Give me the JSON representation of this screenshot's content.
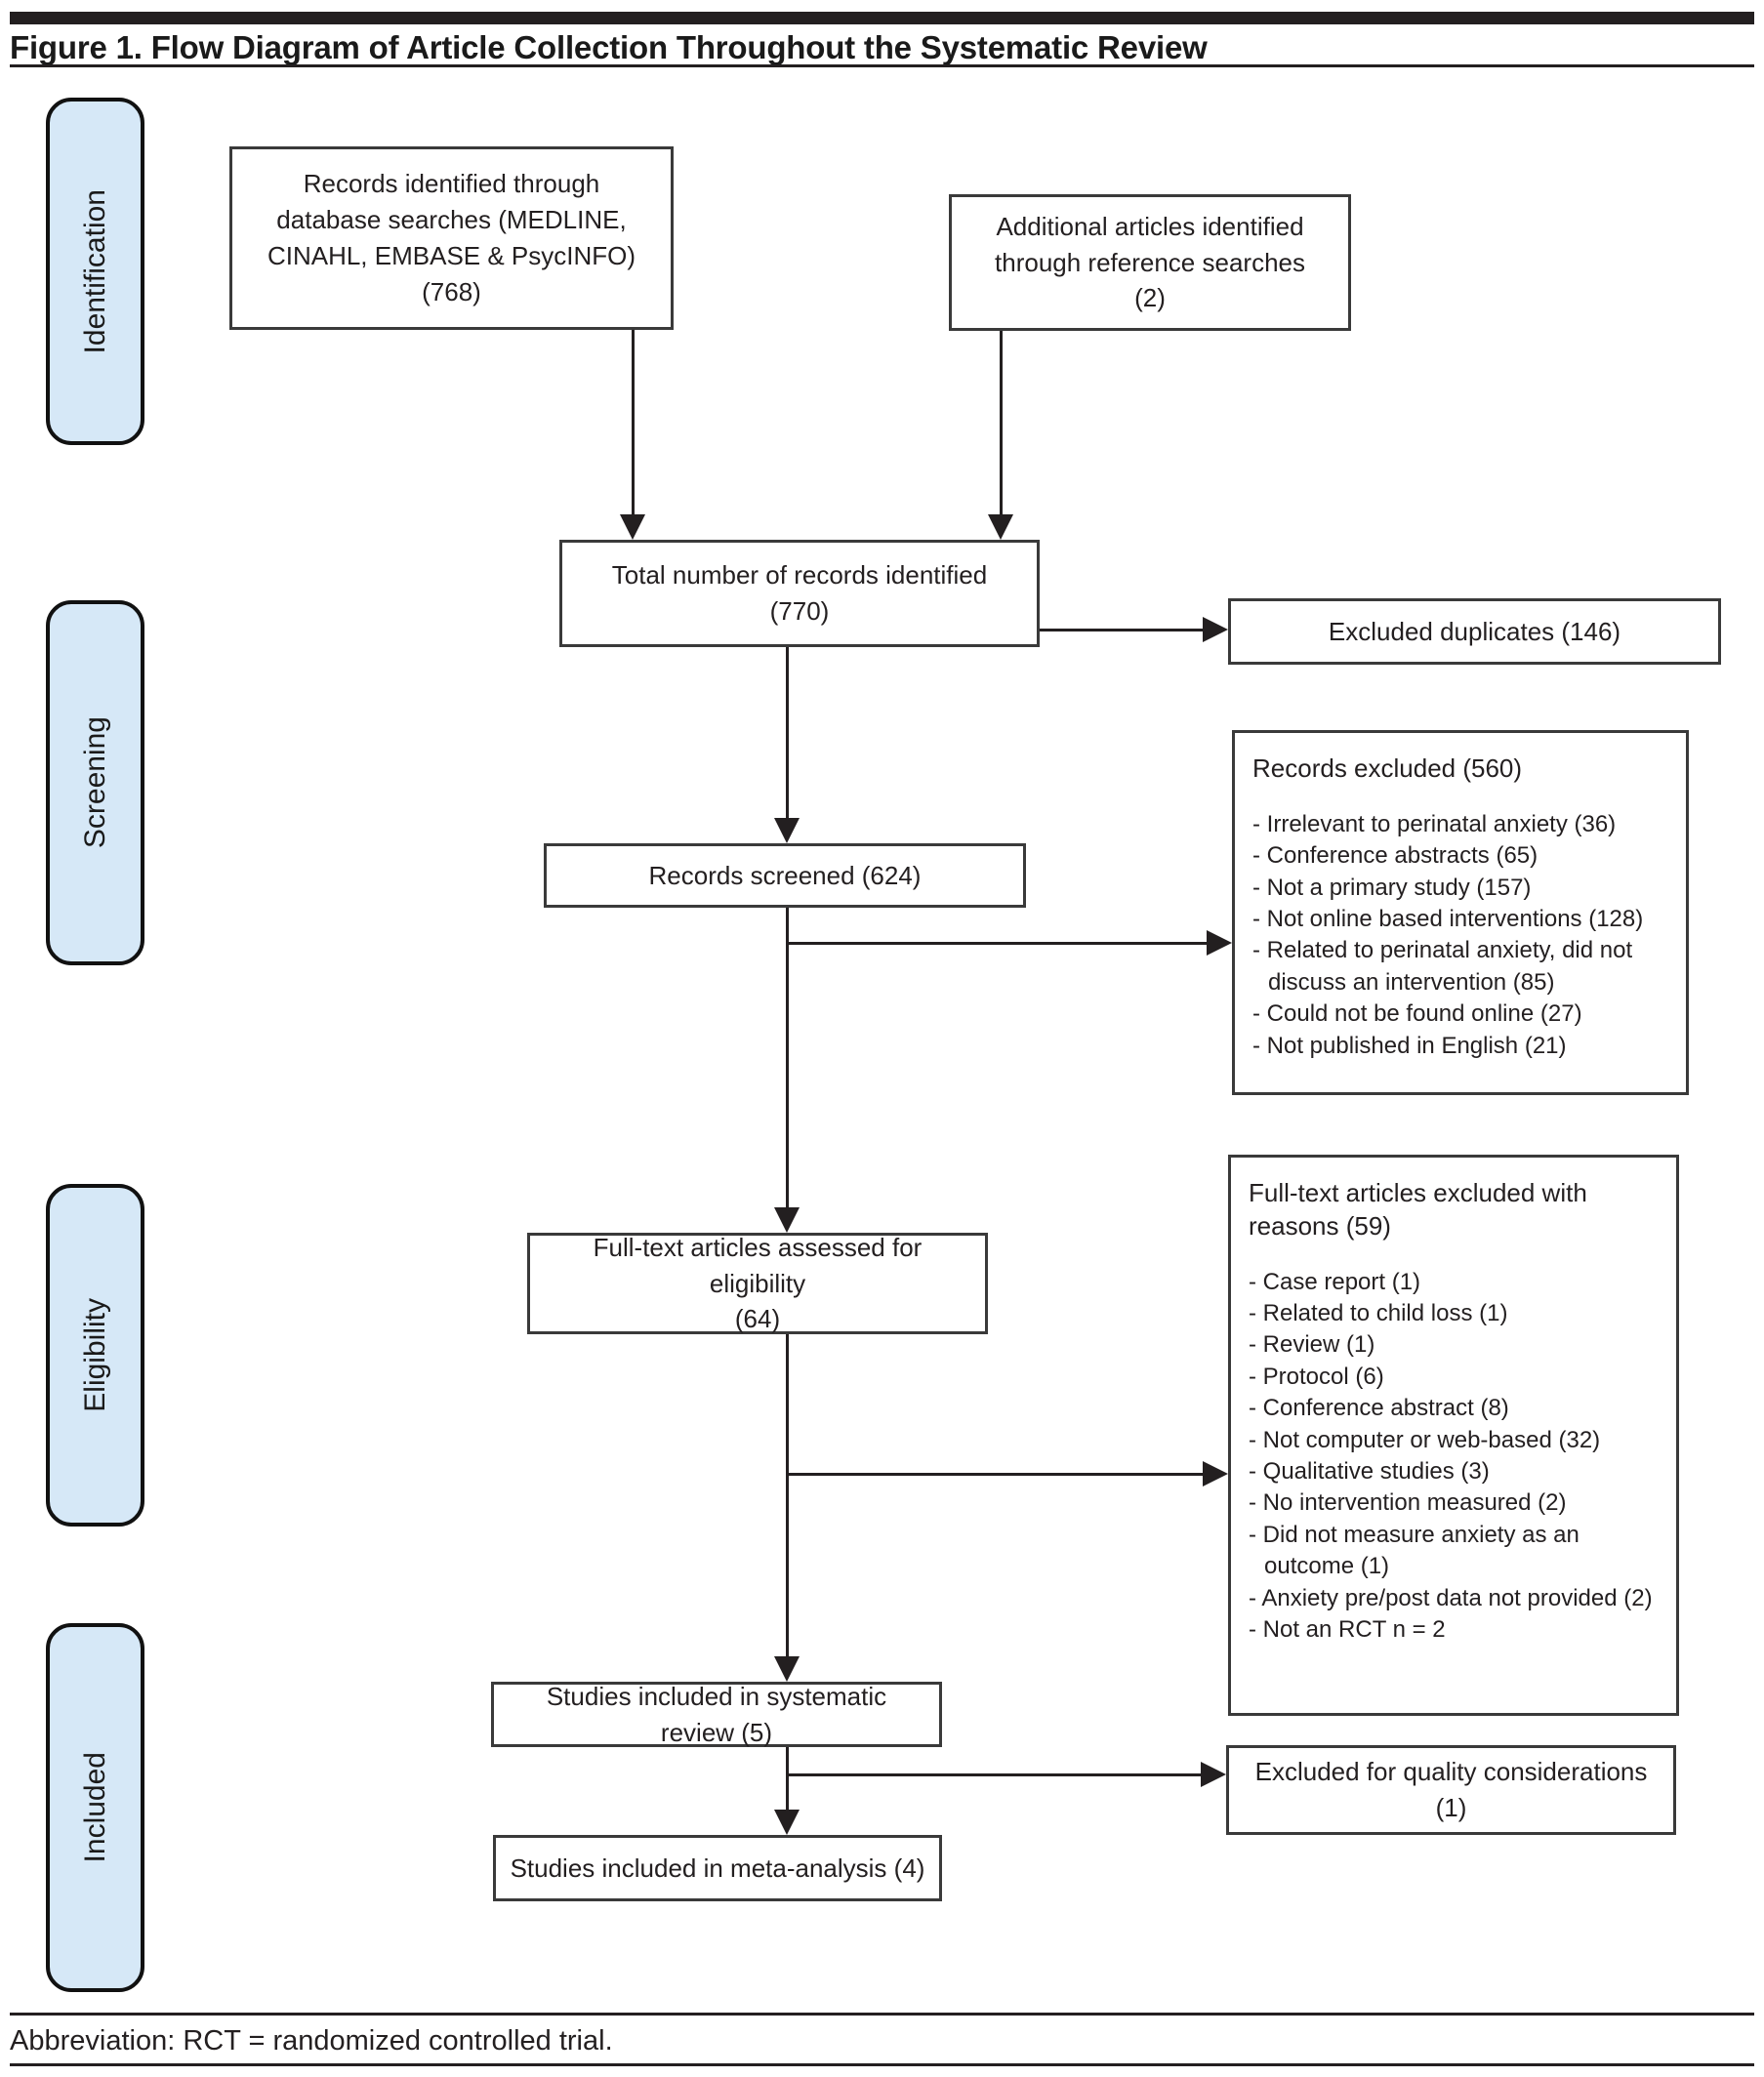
{
  "figure": {
    "title": "Figure 1. Flow Diagram of Article Collection Throughout the Systematic Review",
    "footnote": "Abbreviation: RCT = randomized controlled trial."
  },
  "stages": {
    "identification": "Identification",
    "screening": "Screening",
    "eligibility": "Eligibility",
    "included": "Included"
  },
  "nodes": {
    "database_records": "Records identified through\ndatabase searches (MEDLINE,\nCINAHL, EMBASE & PsycINFO)\n(768)",
    "reference_records": "Additional articles identified\nthrough reference searches\n(2)",
    "total_identified": "Total number of records identified\n(770)",
    "excluded_duplicates": "Excluded duplicates (146)",
    "records_screened": "Records screened (624)",
    "records_excluded": {
      "title": "Records excluded (560)",
      "reasons": [
        "Irrelevant to perinatal anxiety (36)",
        "Conference abstracts (65)",
        "Not a primary study (157)",
        "Not online based interventions (128)",
        "Related to perinatal anxiety, did not discuss an intervention (85)",
        "Could not be found online (27)",
        "Not published in English (21)"
      ]
    },
    "fulltext_assessed": "Full-text articles assessed for eligibility\n(64)",
    "fulltext_excluded": {
      "title": "Full-text articles excluded with reasons (59)",
      "reasons": [
        "Case report (1)",
        "Related to child loss (1)",
        "Review (1)",
        "Protocol (6)",
        "Conference abstract (8)",
        "Not computer or web-based (32)",
        "Qualitative studies (3)",
        "No intervention measured (2)",
        "Did not measure anxiety as an outcome (1)",
        "Anxiety pre/post data not provided (2)",
        "Not an RCT n = 2"
      ]
    },
    "systematic_review_included": "Studies included in systematic review (5)",
    "quality_excluded": "Excluded for quality considerations\n(1)",
    "meta_analysis_included": "Studies included in meta-analysis (4)"
  },
  "colors": {
    "stage_fill": "#d6e8f7",
    "line": "#231f20"
  }
}
